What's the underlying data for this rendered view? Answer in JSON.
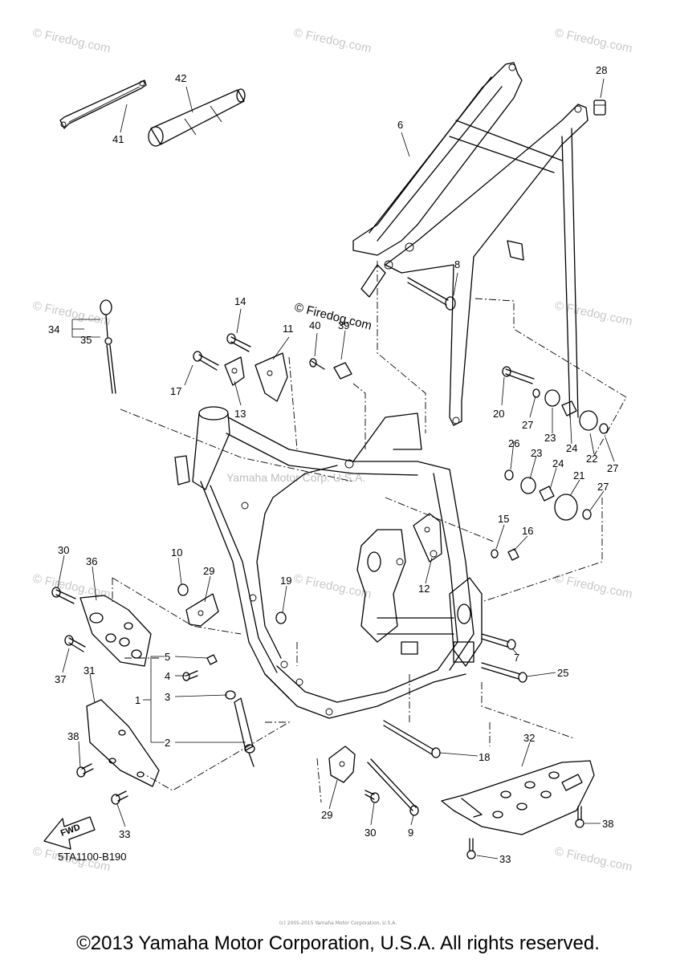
{
  "watermark_text": "© Firedog.com",
  "watermark_tl": "© Firedog.com",
  "watermark_tc": "© Firedog.com",
  "watermark_tr": "© Firedog.com",
  "watermark_ml": "© Firedog.com",
  "watermark_mr": "© Firedog.com",
  "watermark_ll": "© Firedog.com",
  "watermark_lc": "© Firedog.com",
  "watermark_lr": "© Firedog.com",
  "watermark_bl": "© Firedog.com",
  "watermark_br": "© Firedog.com",
  "center_watermark": "Yamaha Motor Corp. U.S.A.",
  "firedog_label": "© Firedog.com",
  "diagram_code": "5TA1100-B190",
  "fwd_label": "FWD",
  "tiny_copyright": "(c) 2005-2015 Yamaha Motor Corporation, U.S.A.",
  "copyright": "©2013 Yamaha Motor Corporation, U.S.A. All rights reserved.",
  "callouts": {
    "c1": "1",
    "c2": "2",
    "c3": "3",
    "c4": "4",
    "c5": "5",
    "c6": "6",
    "c7": "7",
    "c8": "8",
    "c9": "9",
    "c10": "10",
    "c11": "11",
    "c12": "12",
    "c13": "13",
    "c14": "14",
    "c15": "15",
    "c16": "16",
    "c17": "17",
    "c18": "18",
    "c19": "19",
    "c20": "20",
    "c21": "21",
    "c22": "22",
    "c23a": "23",
    "c23b": "23",
    "c24a": "24",
    "c24b": "24",
    "c25": "25",
    "c26": "26",
    "c27a": "27",
    "c27b": "27",
    "c27c": "27",
    "c28": "28",
    "c29a": "29",
    "c29b": "29",
    "c30a": "30",
    "c30b": "30",
    "c31": "31",
    "c32": "32",
    "c33a": "33",
    "c33b": "33",
    "c34": "34",
    "c35": "35",
    "c36": "36",
    "c37": "37",
    "c38a": "38",
    "c38b": "38",
    "c39": "39",
    "c40": "40",
    "c41": "41",
    "c42": "42"
  }
}
